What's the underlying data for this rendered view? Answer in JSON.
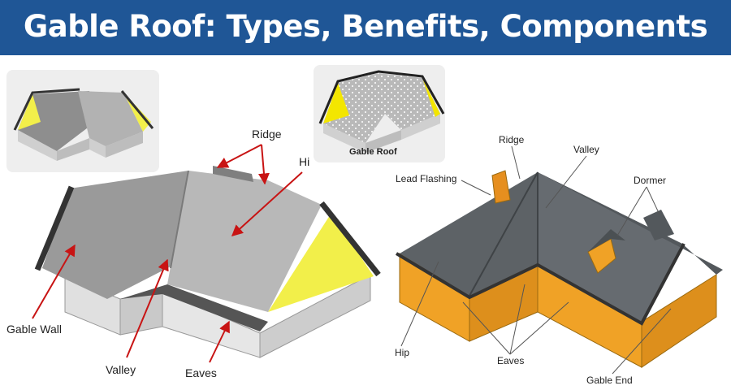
{
  "header": {
    "title": "Gable Roof: Types, Benefits, Components"
  },
  "thumbnails": [
    {
      "caption": ""
    },
    {
      "caption": "Gable Roof"
    }
  ],
  "left_diagram": {
    "labels": {
      "ridge": "Ridge",
      "hip": "Hi",
      "gable_wall": "Gable Wall",
      "valley": "Valley",
      "eaves": "Eaves"
    }
  },
  "right_diagram": {
    "labels": {
      "ridge": "Ridge",
      "valley": "Valley",
      "lead_flashing": "Lead Flashing",
      "dormer": "Dormer",
      "hip": "Hip",
      "eaves": "Eaves",
      "gable_end": "Gable End"
    }
  },
  "colors": {
    "banner": "#1f5696",
    "gable_yellow": "#f2ef4a",
    "wall_gray": "#d9d9d9",
    "roof_gray": "#8f8f8f",
    "orange_wall": "#f0a226",
    "dark_roof": "#5d6266",
    "arrow_red": "#c81414"
  }
}
